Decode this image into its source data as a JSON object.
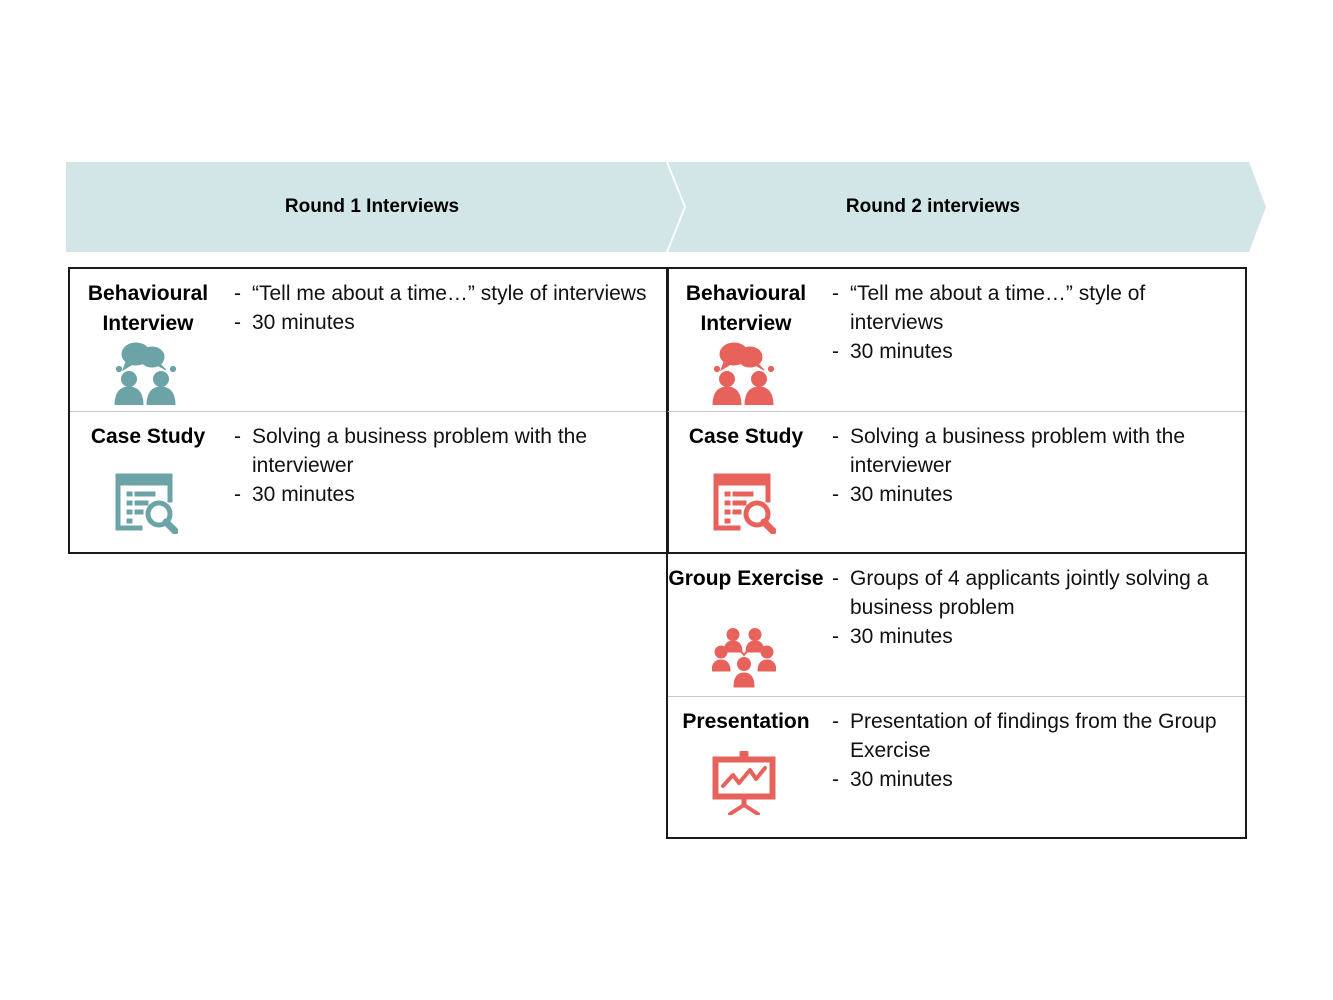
{
  "colors": {
    "banner": "#d2e6e7",
    "round1_icon": "#6ba3a6",
    "round2_icon": "#e8625c"
  },
  "rounds": [
    {
      "title": "Round 1 Interviews",
      "activities": [
        {
          "name": "Behavioural Interview",
          "icon": "people-talking-icon",
          "bullets": [
            "“Tell me about a time…” style of interviews",
            "30 minutes"
          ]
        },
        {
          "name": "Case Study",
          "icon": "document-search-icon",
          "bullets": [
            "Solving a business problem with the interviewer",
            "30 minutes"
          ]
        }
      ]
    },
    {
      "title": "Round 2 interviews",
      "activities": [
        {
          "name": "Behavioural Interview",
          "icon": "people-talking-icon",
          "bullets": [
            "“Tell me about a time…” style of interviews",
            "30 minutes"
          ]
        },
        {
          "name": "Case Study",
          "icon": "document-search-icon",
          "bullets": [
            "Solving a business problem with the interviewer",
            "30 minutes"
          ]
        },
        {
          "name": "Group Exercise",
          "icon": "group-icon",
          "bullets": [
            "Groups of 4 applicants jointly solving a business problem",
            "30 minutes"
          ]
        },
        {
          "name": "Presentation",
          "icon": "presentation-board-icon",
          "bullets": [
            "Presentation of findings from the Group Exercise",
            "30 minutes"
          ]
        }
      ]
    }
  ]
}
